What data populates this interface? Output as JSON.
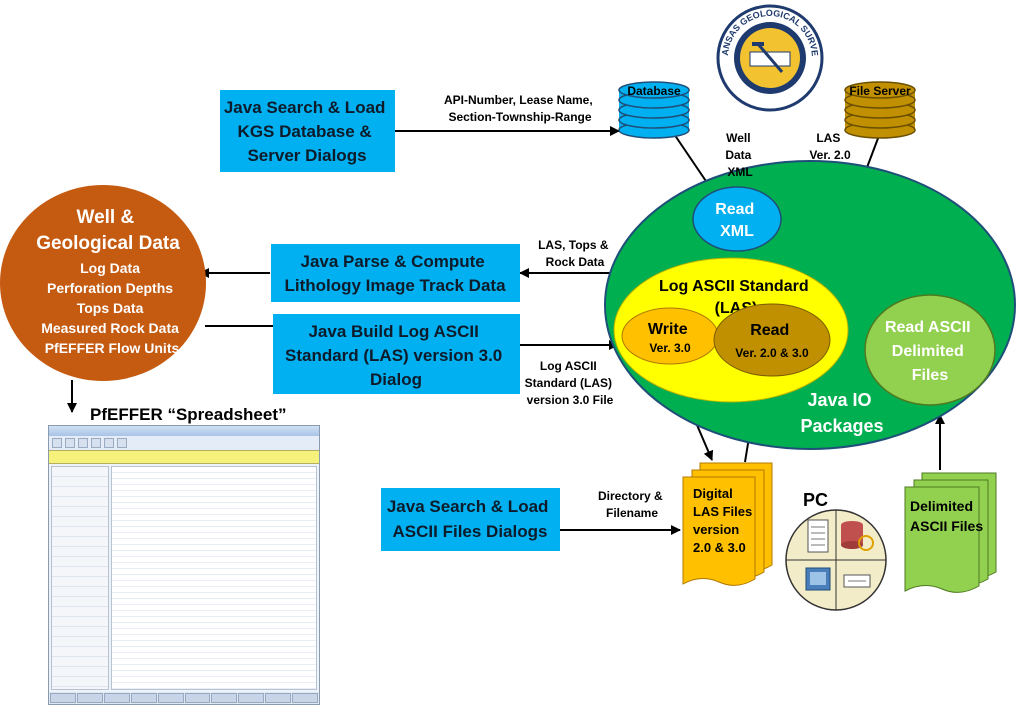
{
  "boxes": {
    "java_search_load_kgs": [
      "Java Search & Load",
      "KGS Database &",
      "Server Dialogs"
    ],
    "java_parse_compute": [
      "Java Parse & Compute",
      "Lithology Image Track Data"
    ],
    "java_build_las": [
      "Java Build Log ASCII",
      "Standard (LAS) version 3.0",
      "Dialog"
    ],
    "java_search_ascii": [
      "Java Search & Load",
      "ASCII Files Dialogs"
    ]
  },
  "well_geo": {
    "title": [
      "Well &",
      "Geological Data"
    ],
    "items": [
      "Log Data",
      "Perforation Depths",
      "Tops Data",
      "Measured Rock Data",
      "PfEFFER Flow Units"
    ]
  },
  "pfeffer_label": "PfEFFER “Spreadsheet”",
  "database_label": "Database",
  "file_server_label": "File Server",
  "kgs_seal_text": "KANSAS GEOLOGICAL SURVEY",
  "edge_labels": {
    "api": [
      "API-Number, Lease Name,",
      "Section-Township-Range"
    ],
    "well_data_xml": [
      "Well",
      "Data",
      "XML"
    ],
    "las_ver2": [
      "LAS",
      "Ver. 2.0"
    ],
    "las_tops_rock": [
      "LAS, Tops &",
      "Rock Data"
    ],
    "las_v3_file": [
      "Log ASCII",
      "Standard (LAS)",
      "version 3.0 File"
    ],
    "dir_filename": [
      "Directory &",
      "Filename"
    ]
  },
  "java_io": {
    "read_xml": [
      "Read",
      "XML"
    ],
    "las_title": [
      "Log ASCII Standard",
      "(LAS)"
    ],
    "write": [
      "Write",
      "Ver. 3.0"
    ],
    "read_las": [
      "Read",
      "Ver. 2.0 & 3.0"
    ],
    "read_ascii": [
      "Read  ASCII",
      "Delimited",
      "Files"
    ],
    "packages": [
      "Java IO",
      "Packages"
    ]
  },
  "digital_las": [
    "Digital",
    "LAS Files",
    "version",
    "2.0 & 3.0"
  ],
  "pc_label": "PC",
  "delimited_ascii": [
    "Delimited",
    "ASCII  Files"
  ],
  "colors": {
    "box_blue": "#00b0f0",
    "well_orange": "#c55a11",
    "db_blue": "#00b0f0",
    "file_server_gold": "#c09000",
    "java_io_green": "#00b050",
    "las_yellow": "#ffff00",
    "write_orange": "#ffc000",
    "read_gold": "#c09000",
    "ascii_light_green": "#92d050",
    "doc_yellow": "#ffc000",
    "doc_green": "#92d050"
  }
}
